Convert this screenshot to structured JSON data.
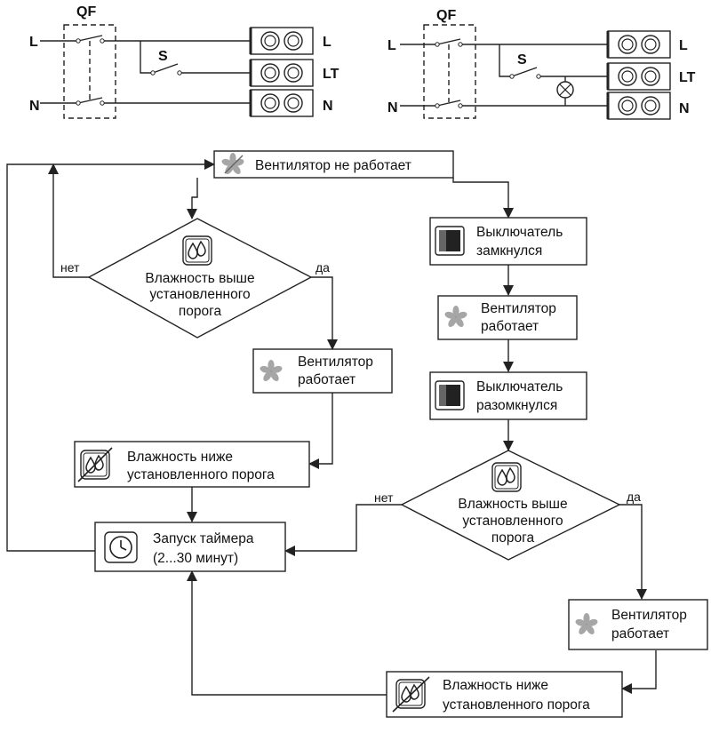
{
  "wiring": {
    "left": {
      "breaker": "QF",
      "switch": "S",
      "inputs": [
        "L",
        "N"
      ],
      "terminals": [
        "L",
        "LT",
        "N"
      ]
    },
    "right": {
      "breaker": "QF",
      "switch": "S",
      "inputs": [
        "L",
        "N"
      ],
      "terminals": [
        "L",
        "LT",
        "N"
      ]
    }
  },
  "flow": {
    "start": "Вентилятор не работает",
    "decision_left": [
      "Влажность выше",
      "установленного",
      "порога"
    ],
    "fan_on_left": [
      "Вентилятор",
      "работает"
    ],
    "humidity_low_left": [
      "Влажность ниже",
      "установленного порога"
    ],
    "timer": [
      "Запуск таймера",
      "(2...30 минут)"
    ],
    "switch_closed": [
      "Выключатель",
      "замкнулся"
    ],
    "fan_on_right": [
      "Вентилятор",
      "работает"
    ],
    "switch_opened": [
      "Выключатель",
      "разомкнулся"
    ],
    "decision_right": [
      "Влажность выше",
      "установленного",
      "порога"
    ],
    "fan_on_right2": [
      "Вентилятор",
      "работает"
    ],
    "humidity_low_bottom": [
      "Влажность ниже",
      "установленного порога"
    ],
    "yes": "да",
    "no": "нет"
  },
  "icons": {
    "fan": "fan-icon",
    "drops": "humidity-drops-icon",
    "drops_crossed": "humidity-drops-crossed-icon",
    "switch": "rocker-switch-icon",
    "clock": "clock-icon"
  }
}
